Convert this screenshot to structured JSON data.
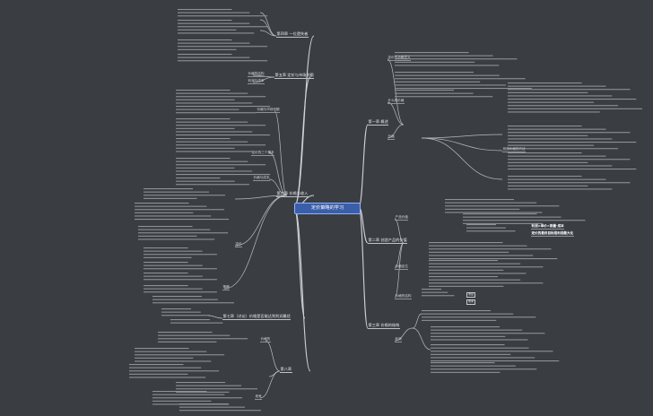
{
  "root": "定价策略的学习",
  "branches": [
    {
      "id": "b1",
      "label": "第一章 概述"
    },
    {
      "id": "b2",
      "label": "第二章 创造产品的价值"
    },
    {
      "id": "b3",
      "label": "第三章 价格的结构"
    },
    {
      "id": "b4",
      "label": "第四章 一位遗失者"
    },
    {
      "id": "b5",
      "label": "第五章 定价与市场份额"
    },
    {
      "id": "b6",
      "label": "第六章 价格与收入"
    },
    {
      "id": "b7",
      "label": "第七章（讨论）价格是否能达到利润最优"
    },
    {
      "id": "b8",
      "label": "第八章"
    }
  ],
  "sub": {
    "b1a": "定价的战略意义",
    "b1b": "什么是价格",
    "b1c": "价值",
    "b2a": "创造价值的方法",
    "b2b": "产品价值",
    "b2c": "价格定位",
    "b3a": "价格的结构",
    "b3b": "利润",
    "b4a": "价格的结构",
    "b4b": "利润与成本",
    "b5a": "价格与市场份额",
    "b5b": "定价的三个基本",
    "b6a": "价格与成本",
    "b6b": "定价",
    "b6c": "策略",
    "b8a": "价格的",
    "b8b": "竞争"
  },
  "highlights": [
    "利润=单价×销量-成本",
    "定价的最终目标是利润最大化"
  ],
  "tags": [
    "收益",
    "成本"
  ]
}
